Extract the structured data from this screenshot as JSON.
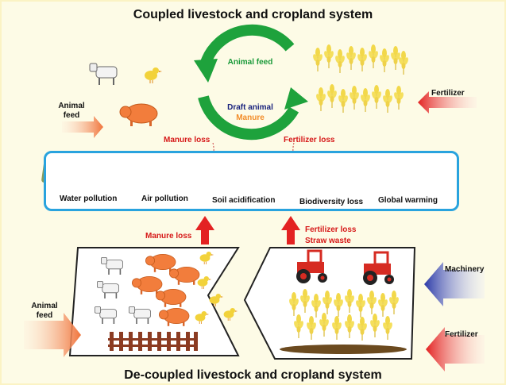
{
  "top_title": "Coupled livestock and cropland system",
  "bottom_title": "De-coupled livestock and cropland system",
  "cycle": {
    "animal_feed": "Animal feed",
    "draft_animal": "Draft animal",
    "manure": "Manure"
  },
  "top_inputs": {
    "animal_feed": [
      "Animal",
      "feed"
    ],
    "fertilizer": "Fertilizer"
  },
  "top_losses": {
    "manure_loss": "Manure loss",
    "fertilizer_loss": "Fertilizer loss"
  },
  "impacts": [
    {
      "label": "Water pollution",
      "icon": "water-pollution-photo"
    },
    {
      "label": "Air pollution",
      "icon": "air-pollution-photo"
    },
    {
      "label": "Soil acidification",
      "icon": "soil-acidification-photo"
    },
    {
      "label": "Biodiversity loss",
      "icon": "biodiversity-loss-photo"
    },
    {
      "label": "Global warming",
      "icon": "global-warming-photo"
    }
  ],
  "bottom_losses": {
    "manure_loss": "Manure loss",
    "fertilizer_loss": "Fertilizer loss",
    "straw_waste": "Straw waste"
  },
  "bottom_inputs": {
    "animal_feed": [
      "Animal",
      "feed"
    ],
    "machinery": "Machinery",
    "fertilizer": "Fertilizer"
  },
  "colors": {
    "cycle_green": "#1b9a3a",
    "loss_red": "#d61818",
    "box_blue": "#29a3de",
    "input_orange": "#f0733a",
    "machinery_blue": "#2b3aa8"
  }
}
